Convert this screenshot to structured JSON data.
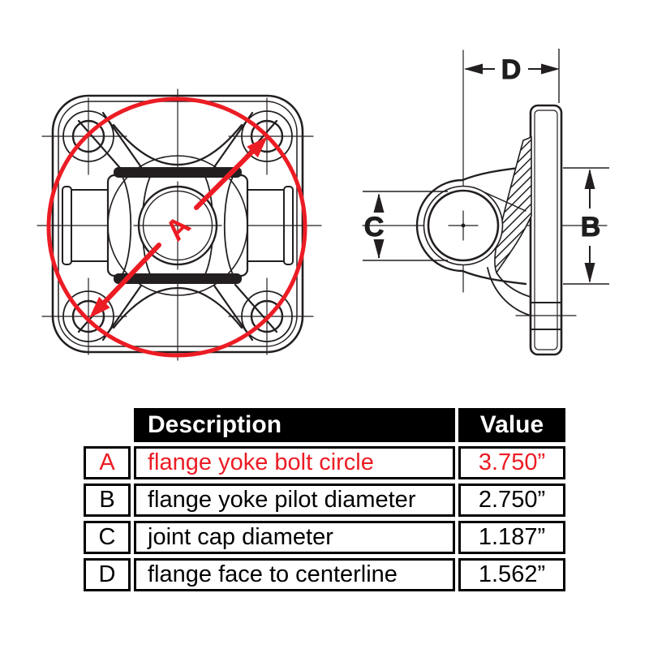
{
  "colors": {
    "accent_red": "#EC1C24",
    "line": "#231F20",
    "table_border": "#000000",
    "header_bg": "#000000",
    "header_text": "#FFFFFF"
  },
  "diagram": {
    "front_view": {
      "bolt_circle_label": "A"
    },
    "side_view": {
      "pilot_diameter_label": "B",
      "cap_diameter_label": "C",
      "face_to_centerline_label": "D"
    }
  },
  "table": {
    "headers": {
      "description": "Description",
      "value": "Value"
    },
    "rows": [
      {
        "label": "A",
        "description": "flange yoke bolt circle",
        "value": "3.750”",
        "highlight": true
      },
      {
        "label": "B",
        "description": "flange yoke pilot diameter",
        "value": "2.750”",
        "highlight": false
      },
      {
        "label": "C",
        "description": "joint cap diameter",
        "value": "1.187”",
        "highlight": false
      },
      {
        "label": "D",
        "description": "flange face to centerline",
        "value": "1.562”",
        "highlight": false
      }
    ]
  }
}
